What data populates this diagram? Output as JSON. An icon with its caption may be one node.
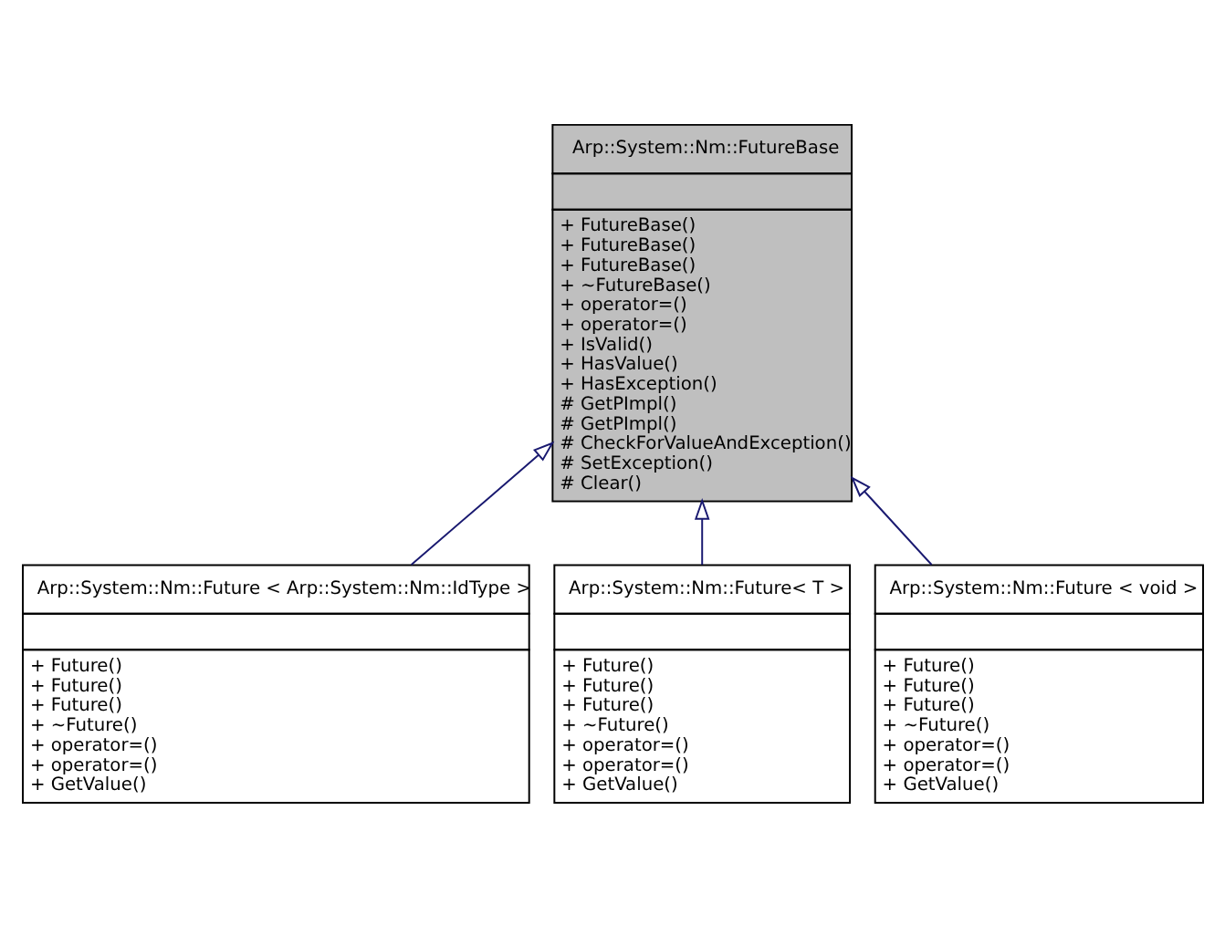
{
  "diagram": {
    "nodes": [
      {
        "text": [
          "Arp::System::Nm::FutureBase",
          "+ FutureBase()",
          "+ FutureBase()",
          "+ FutureBase()",
          "+ ~FutureBase()",
          "+ operator=()",
          "+ operator=()",
          "+ IsValid()",
          "+ HasValue()",
          "+ HasException()",
          "# GetPImpl()",
          "# GetPImpl()",
          "# CheckForValueAndException()",
          "# SetException()",
          "# Clear()"
        ]
      },
      {
        "text": [
          "Arp::System::Nm::Future < Arp::System::Nm::IdType >",
          "+ Future()",
          "+ Future()",
          "+ Future()",
          "+ ~Future()",
          "+ operator=()",
          "+ operator=()",
          "+ GetValue()"
        ]
      },
      {
        "text": [
          "Arp::System::Nm::Future< T >",
          "+ Future()",
          "+ Future()",
          "+ Future()",
          "+ ~Future()",
          "+ operator=()",
          "+ operator=()",
          "+ GetValue()"
        ]
      },
      {
        "text": [
          "Arp::System::Nm::Future < void >",
          "+ Future()",
          "+ Future()",
          "+ Future()",
          "+ ~Future()",
          "+ operator=()",
          "+ operator=()",
          "+ GetValue()"
        ]
      }
    ],
    "edges": [
      {
        "from": 1,
        "to": 0,
        "arrow": "to"
      },
      {
        "from": 2,
        "to": 0,
        "arrow": "to"
      },
      {
        "from": 3,
        "to": 0,
        "arrow": "to"
      }
    ]
  }
}
